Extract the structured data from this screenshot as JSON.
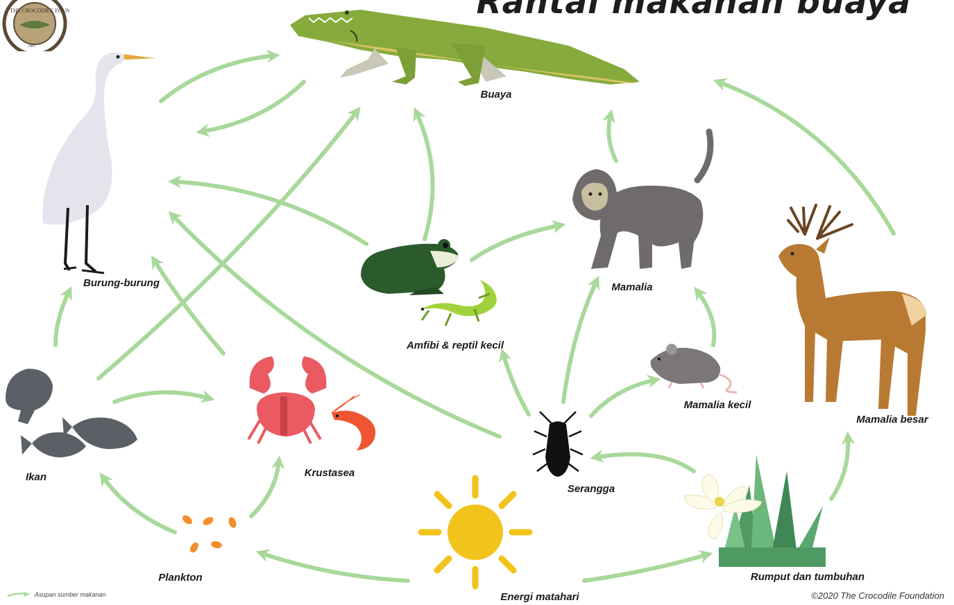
{
  "title": "Rantai makanan buaya",
  "nodes": {
    "buaya": "Buaya",
    "burung": "Burung-burung",
    "amfibi": "Amfibi & reptil kecil",
    "mamalia": "Mamalia",
    "mamalia_kecil": "Mamalia kecil",
    "mamalia_besar": "Mamalia besar",
    "ikan": "Ikan",
    "krustasea": "Krustasea",
    "serangga": "Serangga",
    "plankton": "Plankton",
    "energi": "Energi matahari",
    "rumput": "Rumput dan tumbuhan"
  },
  "legend": "Asupan sumber makanan",
  "copyright": "©2020 The Crocodile Foundation",
  "logo": {
    "ring_text": "THE CROCODILE FOUNDATION",
    "bottom_text": ".ORG"
  },
  "colors": {
    "arrow": "#a8d89a",
    "crocodile": "#86ab3c",
    "heron": "#e3e4ec",
    "frog": "#2b5a2c",
    "lizard": "#9fd23c",
    "monkey": "#6f6b6b",
    "rat": "#7b7778",
    "deer": "#b87a32",
    "fish": "#5b5f66",
    "crab": "#ea5a60",
    "shrimp": "#ef5532",
    "sun": "#f2c31a",
    "grass": "#4f9a63",
    "flower": "#fdfbe8",
    "insect": "#111111",
    "plankton": "#f28f2c"
  }
}
